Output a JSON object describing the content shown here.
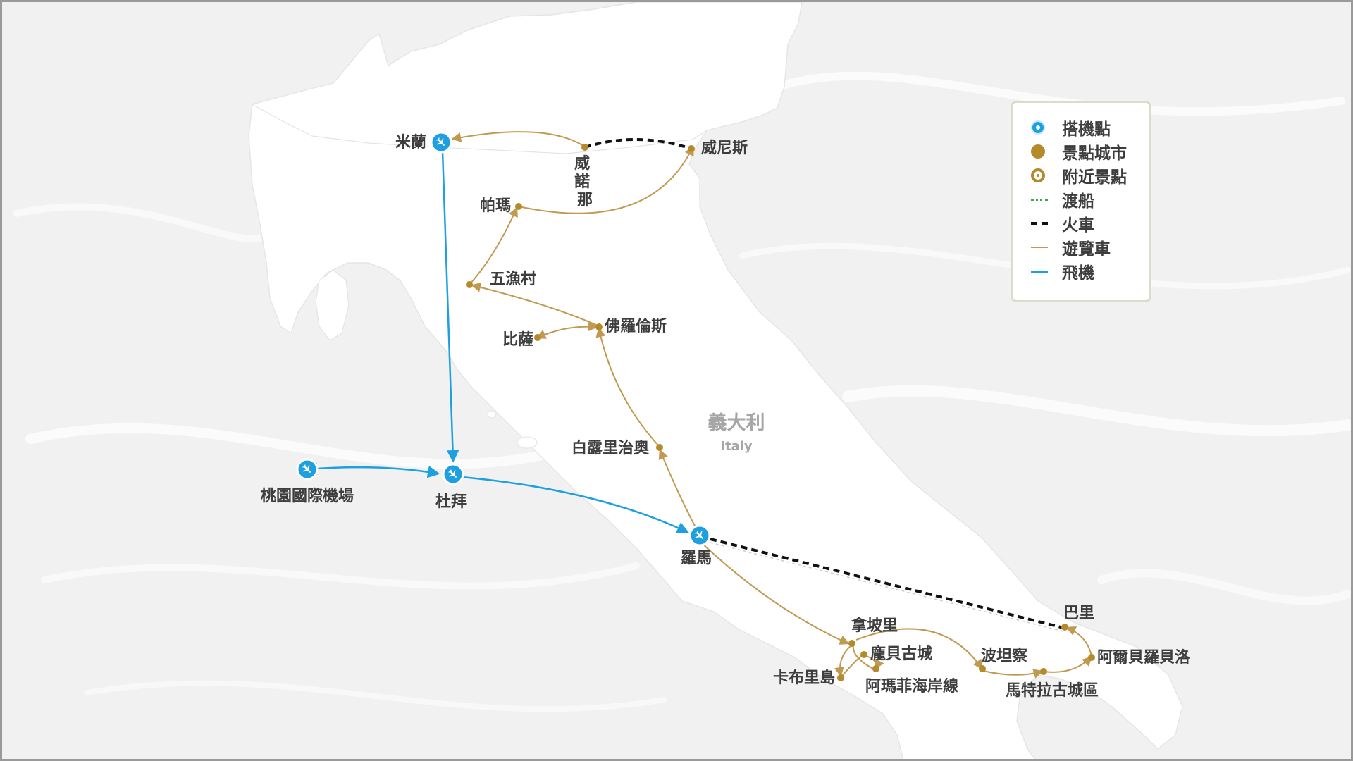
{
  "map": {
    "country_name": "義大利",
    "country_name_en": "Italy"
  },
  "places": {
    "milan": "米蘭",
    "verona": "威諾那",
    "venice": "威尼斯",
    "parma": "帕瑪",
    "cinque_terre": "五漁村",
    "pisa": "比薩",
    "florence": "佛羅倫斯",
    "bagnoregio": "白露里治奧",
    "taoyuan": "桃園國際機場",
    "dubai": "杜拜",
    "rome": "羅馬",
    "naples": "拿坡里",
    "pompeii": "龐貝古城",
    "capri": "卡布里島",
    "amalfi": "阿瑪菲海岸線",
    "potenza": "波坦察",
    "matera": "馬特拉古城區",
    "bari": "巴里",
    "alberobello": "阿爾貝羅貝洛"
  },
  "legend": {
    "airport": "搭機點",
    "city": "景點城市",
    "nearby": "附近景點",
    "ferry": "渡船",
    "train": "火車",
    "bus": "遊覽車",
    "plane": "飛機"
  },
  "colors": {
    "land": "#ffffff",
    "sea": "#f1f1f1",
    "plane": "#1d9fe0",
    "bus": "#c19a52",
    "train": "#111111",
    "ferry": "#3aa845",
    "city_dot": "#b58a2b"
  },
  "icons": {
    "airport": "airplane-icon",
    "city": "city-dot-icon",
    "nearby": "nearby-ring-icon"
  }
}
